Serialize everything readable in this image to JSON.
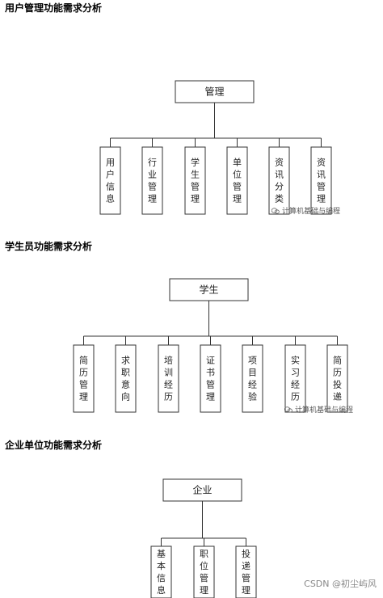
{
  "sections": [
    {
      "heading": "用户管理功能需求分析",
      "root": "管理",
      "children": [
        "用户信息",
        "行业管理",
        "学生管理",
        "单位管理",
        "资讯分类",
        "资讯管理"
      ]
    },
    {
      "heading": "学生员功能需求分析",
      "root": "学生",
      "children": [
        "简历管理",
        "求职意向",
        "培训经历",
        "证书管理",
        "项目经验",
        "实习经历",
        "简历投递"
      ]
    },
    {
      "heading": "企业单位功能需求分析",
      "root": "企业",
      "children": [
        "基本信息",
        "职位管理",
        "投递管理"
      ]
    }
  ],
  "watermarks": [
    "计算机基础与编程",
    "计算机基础与编程"
  ],
  "footer": "CSDN @初尘屿风",
  "colors": {
    "line": "#333333",
    "text": "#222222"
  }
}
